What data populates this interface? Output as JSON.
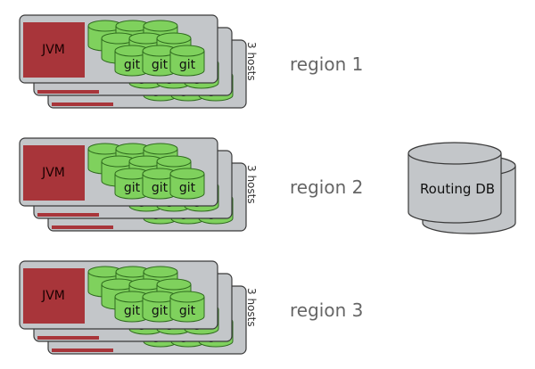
{
  "regions": [
    {
      "label": "region 1",
      "hosts_label": "3 hosts",
      "jvm_label": "JVM",
      "git_label": "git"
    },
    {
      "label": "region 2",
      "hosts_label": "3 hosts",
      "jvm_label": "JVM",
      "git_label": "git"
    },
    {
      "label": "region 3",
      "hosts_label": "3 hosts",
      "jvm_label": "JVM",
      "git_label": "git"
    }
  ],
  "routing_db": {
    "label": "Routing DB"
  },
  "colors": {
    "host_fill": "#c3c6c9",
    "host_stroke": "#3a3a3a",
    "jvm_fill": "#a8353a",
    "git_fill": "#7fd15d",
    "git_stroke": "#2f6b1e",
    "db_fill": "#c3c6c9",
    "db_stroke": "#3a3a3a"
  }
}
